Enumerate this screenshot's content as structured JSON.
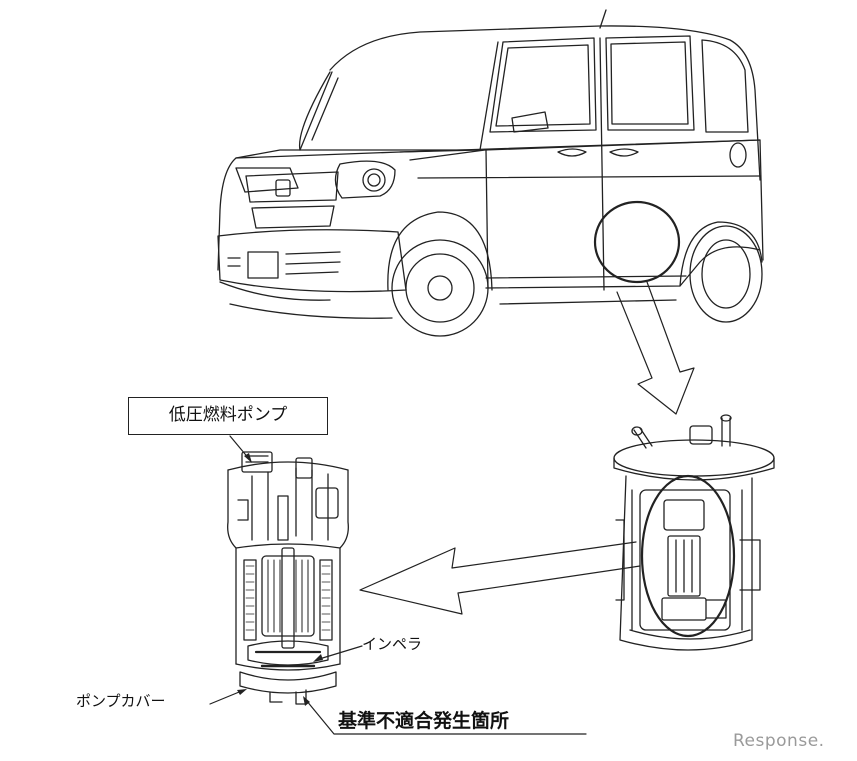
{
  "labels": {
    "low_pressure_fuel_pump": "低圧燃料ポンプ",
    "impeller": "インペラ",
    "pump_cover": "ポンプカバー",
    "defect_location": "基準不適合発生箇所"
  },
  "watermark": "Response.",
  "colors": {
    "line": "#222222",
    "watermark": "#9a9a9a"
  }
}
